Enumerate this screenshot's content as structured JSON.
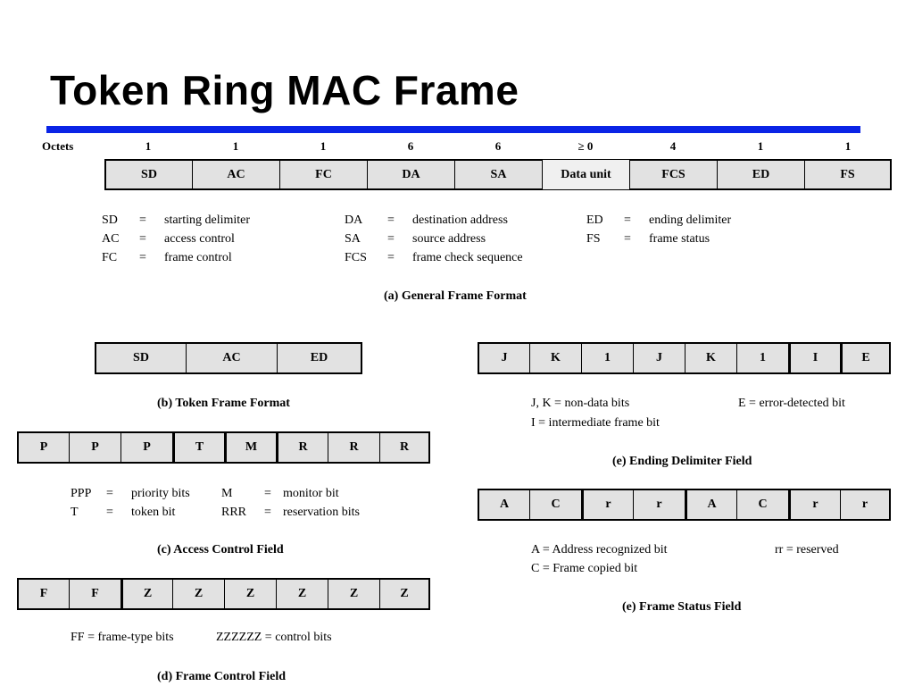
{
  "title": "Token Ring MAC Frame",
  "colors": {
    "title_rule": "#0a24e6",
    "field_fill": "#e2e2e2"
  },
  "general": {
    "octets_label": "Octets",
    "octets": [
      "1",
      "1",
      "1",
      "6",
      "6",
      "≥ 0",
      "4",
      "1",
      "1"
    ],
    "fields": [
      "SD",
      "AC",
      "FC",
      "DA",
      "SA",
      "Data unit",
      "FCS",
      "ED",
      "FS"
    ],
    "legend": [
      [
        [
          "SD",
          "=",
          "starting delimiter"
        ],
        [
          "AC",
          "=",
          "access control"
        ],
        [
          "FC",
          "=",
          "frame control"
        ]
      ],
      [
        [
          "DA",
          "=",
          "destination address"
        ],
        [
          "SA",
          "=",
          "source address"
        ],
        [
          "FCS",
          "=",
          "frame check sequence"
        ]
      ],
      [
        [
          "ED",
          "=",
          "ending delimiter"
        ],
        [
          "FS",
          "=",
          "frame status"
        ]
      ]
    ],
    "caption": "(a) General Frame Format"
  },
  "token": {
    "fields": [
      "SD",
      "AC",
      "ED"
    ],
    "caption": "(b) Token Frame Format"
  },
  "access_control": {
    "fields": [
      "P",
      "P",
      "P",
      "T",
      "M",
      "R",
      "R",
      "R"
    ],
    "legend": [
      [
        "PPP",
        "=",
        "priority bits",
        "M",
        "=",
        "monitor bit"
      ],
      [
        "T",
        "=",
        "token bit",
        "RRR",
        "=",
        "reservation bits"
      ]
    ],
    "caption": "(c)  Access Control Field"
  },
  "frame_control": {
    "fields": [
      "F",
      "F",
      "Z",
      "Z",
      "Z",
      "Z",
      "Z",
      "Z"
    ],
    "note_ff": "FF = frame-type bits",
    "note_z": "ZZZZZZ = control bits",
    "caption": "(d)  Frame Control Field"
  },
  "ending_delimiter": {
    "fields": [
      "J",
      "K",
      "1",
      "J",
      "K",
      "1",
      "I",
      "E"
    ],
    "note_jk": "J, K = non-data bits",
    "note_e": "E = error-detected bit",
    "note_i": "I = intermediate frame bit",
    "caption": "(e)  Ending Delimiter Field"
  },
  "frame_status": {
    "fields": [
      "A",
      "C",
      "r",
      "r",
      "A",
      "C",
      "r",
      "r"
    ],
    "note_a": "A = Address recognized bit",
    "note_r": "rr = reserved",
    "note_c": "C = Frame copied bit",
    "caption": "(e)  Frame Status Field"
  }
}
